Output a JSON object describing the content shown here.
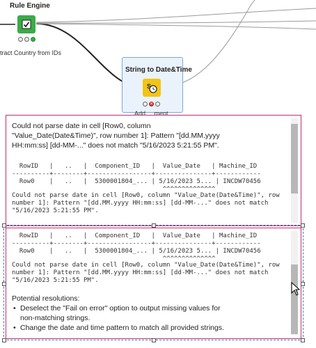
{
  "canvas": {
    "rule_engine": {
      "title": "Rule Engine",
      "label": "tract Country from IDs"
    },
    "string_to_datetime": {
      "title": "String to Date&Time",
      "label": "Add ... ment"
    }
  },
  "tooltip1": {
    "message_lines": [
      "Could not parse date in cell [Row0, column",
      "\"Value_Date(Date&Time)\", row number 1]: Pattern \"[dd.MM.yyyy",
      "HH:mm:ss] [dd-MM-...\" does not match \"5/16/2023 5:21:55 PM\"."
    ],
    "table": [
      "  RowID   |   ..   |  Component_ID   |  Value_Date   | Machine_ID",
      "----------+--------+-----------------+---------------+------------",
      "  Row0    |   ..   |  5300001804_... | 5/16/2023 5... | INCDW70456",
      "                                        ^^^^^^^^^^^^^^"
    ],
    "detail": [
      "Could not parse date in cell [Row0, column \"Value_Date(Date&Time)\", row",
      "number 1]: Pattern \"[dd.MM.yyyy HH:mm:ss] [dd-MM-...\" does not match",
      "\"5/16/2023 5:21:55 PM\"."
    ]
  },
  "tooltip2": {
    "table": [
      "  RowID   |   ..   |  Component_ID   |  Value_Date   | Machine_ID",
      "----------+--------+-----------------+---------------+------------",
      "  Row0    |   ..   |  5300001804_... | 5/16/2023 5... | INCDW70456",
      "                                        ^^^^^^^^^^^^^^"
    ],
    "detail": [
      "Could not parse date in cell [Row0, column \"Value_Date(Date&Time)\", row",
      "number 1]: Pattern \"[dd.MM.yyyy HH:mm:ss] [dd-MM-...\" does not match",
      "\"5/16/2023 5:21:55 PM\"."
    ],
    "resolutions_title": "Potential resolutions:",
    "bullets": [
      "Deselect the \"Fail on error\" option to output missing values for",
      "non-matching strings.",
      "Change the date and time pattern to match all provided strings."
    ]
  },
  "colors": {
    "rule_engine_green": "#3aab46",
    "node_yellow": "#f2c418",
    "error_border": "#c0306a"
  }
}
